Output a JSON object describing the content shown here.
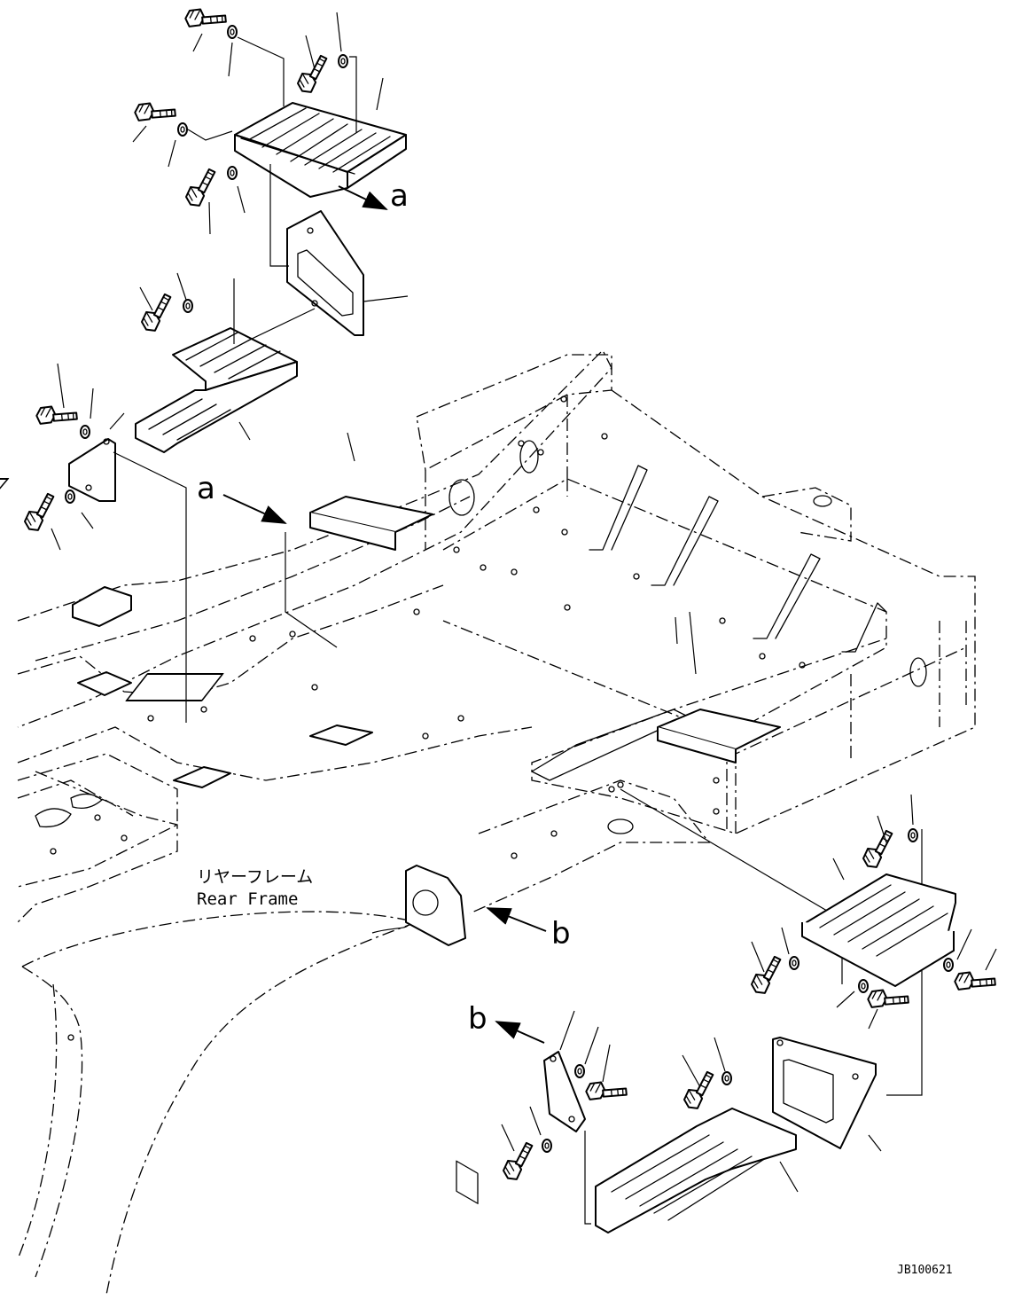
{
  "labels": {
    "frame_jp": "リヤーフレーム",
    "frame_en": "Rear Frame",
    "arrow_a_top": "a",
    "arrow_a_mid": "a",
    "arrow_b_mid": "b",
    "arrow_b_low": "b",
    "drawing_id": "JB100621"
  },
  "colors": {
    "ink": "#000000",
    "paper": "#ffffff"
  }
}
